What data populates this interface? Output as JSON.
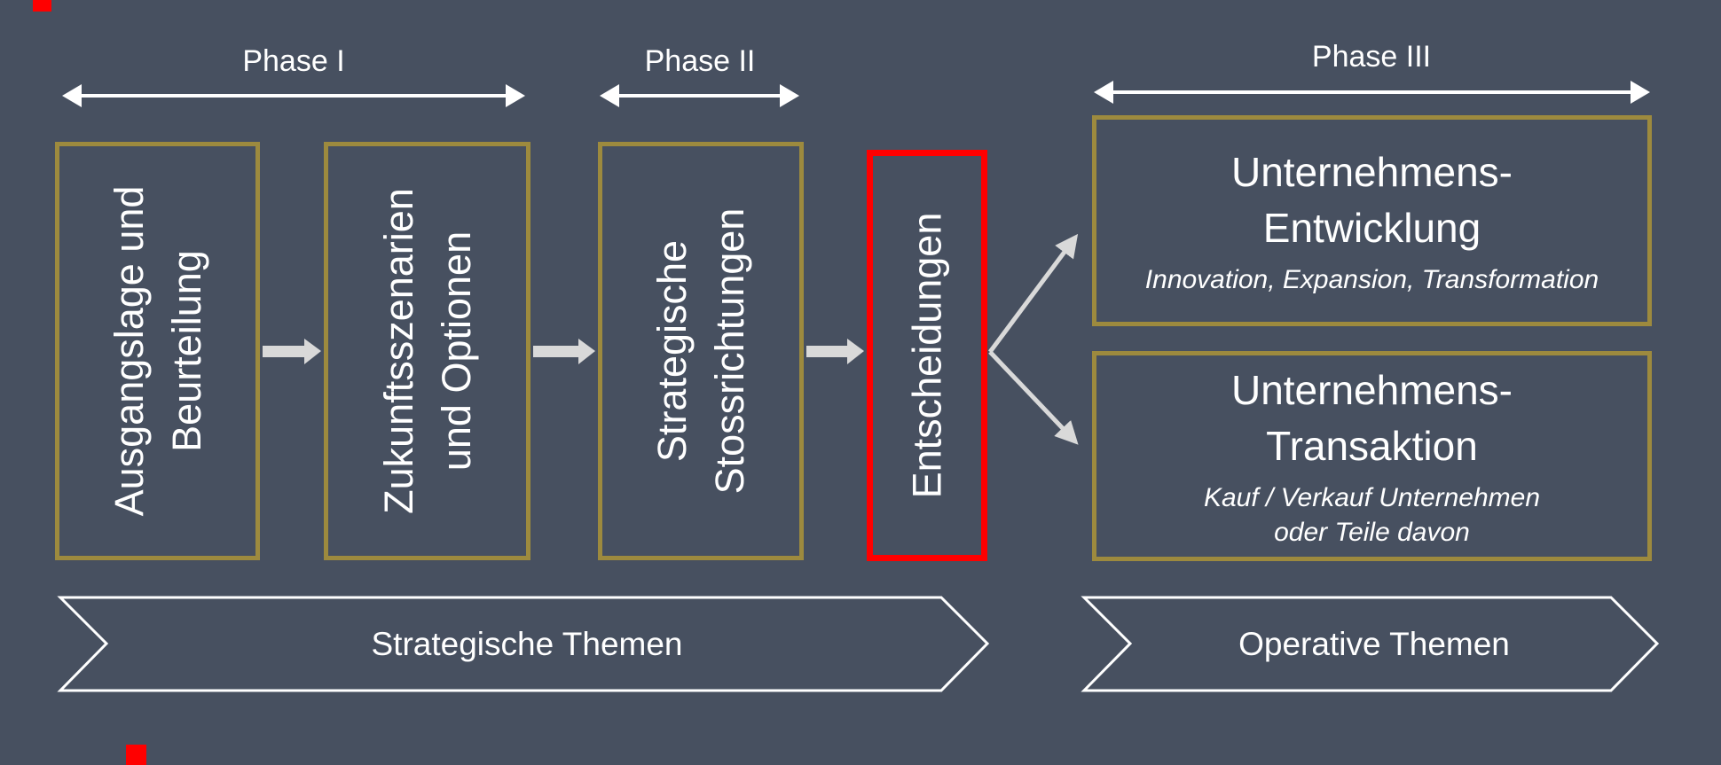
{
  "colors": {
    "background": "#475060",
    "gold_border": "#9d8a3e",
    "red_highlight": "#ff0000",
    "arrow_gray": "#d9d9d9",
    "text_white": "#ffffff"
  },
  "phase_labels": {
    "phase1": "Phase I",
    "phase2": "Phase II",
    "phase3": "Phase III"
  },
  "process_boxes": {
    "box1": {
      "text": "Ausgangslage und\nBeurteilung"
    },
    "box2": {
      "text": "Zukunftsszenarien\nund Optionen"
    },
    "box3": {
      "text": "Strategische\nStossrichtungen"
    },
    "box4": {
      "text": "Entscheidungen"
    }
  },
  "outcome_boxes": {
    "development": {
      "title": "Unternehmens-\nEntwicklung",
      "subtitle": "Innovation, Expansion, Transformation"
    },
    "transaction": {
      "title": "Unternehmens-\nTransaktion",
      "subtitle": "Kauf / Verkauf Unternehmen\noder Teile davon"
    }
  },
  "banners": {
    "strategic": "Strategische Themen",
    "operative": "Operative Themen"
  }
}
